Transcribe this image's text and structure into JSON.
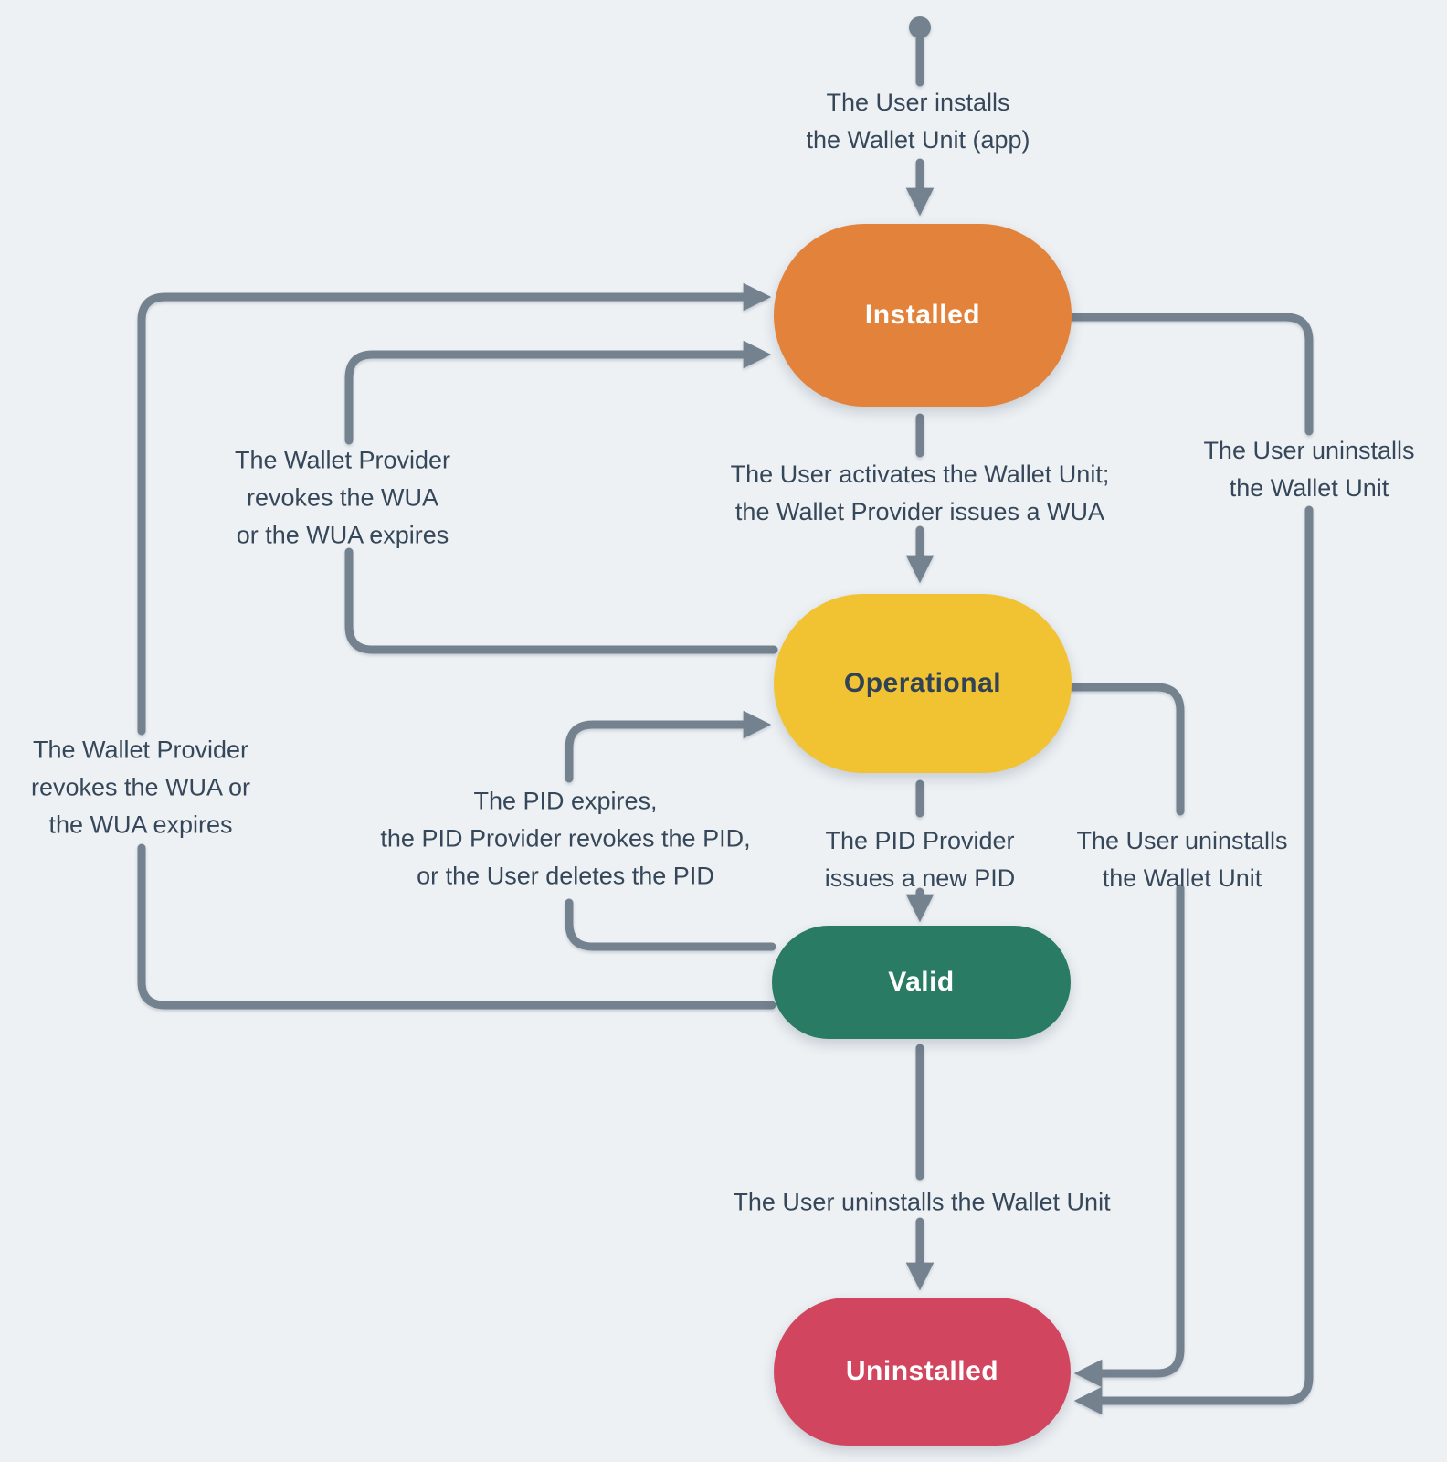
{
  "background": "#EDF1F4",
  "connector_color": "#74818E",
  "label_text_color": "#36475A",
  "start_marker": "initial-state-dot",
  "nodes": {
    "installed": {
      "label": "Installed",
      "fill": "#E2823B",
      "text": "#FFFFFF"
    },
    "operational": {
      "label": "Operational",
      "fill": "#F1C232",
      "text": "#2F4256"
    },
    "valid": {
      "label": "Valid",
      "fill": "#297C63",
      "text": "#FFFFFF"
    },
    "uninstalled": {
      "label": "Uninstalled",
      "fill": "#D2455F",
      "text": "#FFFFFF"
    }
  },
  "labels": {
    "install": "The User installs\nthe Wallet Unit (app)",
    "activate": "The User activates the Wallet Unit;\nthe Wallet Provider issues a WUA",
    "uninstall_from_installed": "The User uninstalls\nthe Wallet Unit",
    "wua_revoked_from_operational": "The Wallet Provider\nrevokes the WUA\nor the WUA expires",
    "wua_revoked_from_valid": "The Wallet Provider\nrevokes the WUA or\nthe WUA expires",
    "pid_expires": "The PID expires,\nthe PID Provider revokes the PID,\nor the User deletes the PID",
    "pid_issued": "The PID Provider\nissues a new PID",
    "uninstall_from_operational": "The User uninstalls\nthe Wallet Unit",
    "uninstall_from_valid": "The User uninstalls the Wallet Unit"
  }
}
